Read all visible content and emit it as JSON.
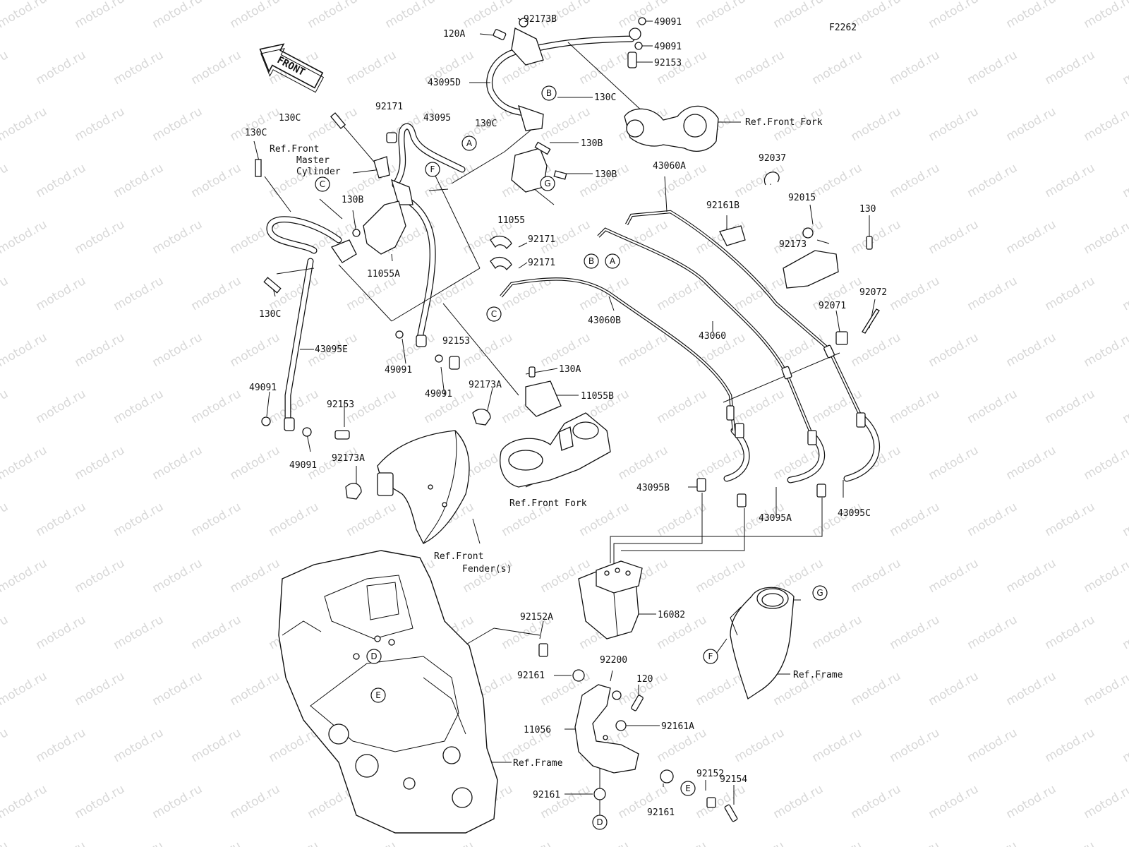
{
  "diagram": {
    "code": "F2262",
    "watermark": "motod.ru",
    "front_arrow": "FRONT",
    "markers": [
      "A",
      "B",
      "C",
      "D",
      "E",
      "F",
      "G"
    ],
    "labels": {
      "l_120A": "120A",
      "l_92173B": "92173B",
      "l_49091_a": "49091",
      "l_49091_b": "49091",
      "l_92153_a": "92153",
      "l_43095D": "43095D",
      "l_130C_a": "130C",
      "l_ref_front_fork_a": "Ref.Front Fork",
      "l_92171_a": "92171",
      "l_43095": "43095",
      "l_130C_b": "130C",
      "l_130C_c": "130C",
      "l_130B_a": "130B",
      "l_130C_d": "130C",
      "l_ref_master_1": "Ref.Front",
      "l_ref_master_2": "Master",
      "l_ref_master_3": "Cylinder",
      "l_130B_b": "130B",
      "l_11055": "11055",
      "l_130B_c": "130B",
      "l_92037": "92037",
      "l_43060A": "43060A",
      "l_92161B": "92161B",
      "l_92015": "92015",
      "l_130": "130",
      "l_92173": "92173",
      "l_92171_b": "92171",
      "l_92171_c": "92171",
      "l_11055A": "11055A",
      "l_130C_e": "130C",
      "l_43060B": "43060B",
      "l_43060": "43060",
      "l_92072": "92072",
      "l_92071": "92071",
      "l_43095E": "43095E",
      "l_49091_c": "49091",
      "l_92153_b": "92153",
      "l_49091_d": "49091",
      "l_130A": "130A",
      "l_92173A_a": "92173A",
      "l_11055B": "11055B",
      "l_49091_e": "49091",
      "l_92153_c": "92153",
      "l_49091_f": "49091",
      "l_92173A_b": "92173A",
      "l_ref_front_fork_b": "Ref.Front Fork",
      "l_43095B": "43095B",
      "l_43095A": "43095A",
      "l_43095C": "43095C",
      "l_ref_fender_1": "Ref.Front",
      "l_ref_fender_2": "Fender(s)",
      "l_16082": "16082",
      "l_92152A": "92152A",
      "l_92161_a": "92161",
      "l_92200": "92200",
      "l_120": "120",
      "l_11056": "11056",
      "l_92161A": "92161A",
      "l_ref_frame_a": "Ref.Frame",
      "l_ref_frame_b": "Ref.Frame",
      "l_92161_b": "92161",
      "l_92161_c": "92161",
      "l_92152": "92152",
      "l_92154": "92154"
    }
  }
}
